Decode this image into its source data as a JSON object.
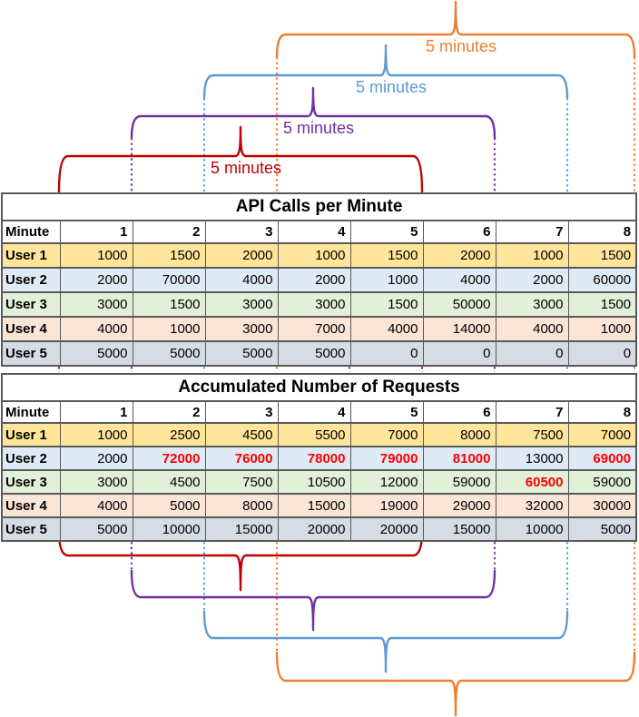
{
  "diagram": {
    "windows": [
      {
        "name": "minutes-4-8",
        "label": "5 minutes",
        "color": "#ED7D31",
        "start_minute": 4,
        "end_minute": 8
      },
      {
        "name": "minutes-3-7",
        "label": "5 minutes",
        "color": "#5B9BD5",
        "start_minute": 3,
        "end_minute": 7
      },
      {
        "name": "minutes-2-6",
        "label": "5 minutes",
        "color": "#7030A0",
        "start_minute": 2,
        "end_minute": 6
      },
      {
        "name": "minutes-1-5",
        "label": "5 minutes",
        "color": "#C00000",
        "start_minute": 1,
        "end_minute": 5
      }
    ],
    "mid_guide_colors": [
      "#C00000",
      "#7030A0",
      "#5B9BD5",
      "#ED7D31",
      "#7030A0",
      "#C00000",
      "#7030A0",
      "#5B9BD5",
      "#ED7D31"
    ],
    "highlight_color": "#FF0000"
  },
  "tables": [
    {
      "name": "api-calls-table",
      "title": "API Calls per Minute",
      "corner_label": "Minute",
      "minute_headers": [
        "1",
        "2",
        "3",
        "4",
        "5",
        "6",
        "7",
        "8"
      ],
      "rows": [
        {
          "user": "User 1",
          "row_color": "#FFE599",
          "values": [
            "1000",
            "1500",
            "2000",
            "1000",
            "1500",
            "2000",
            "1000",
            "1500"
          ],
          "red": [
            0,
            0,
            0,
            0,
            0,
            0,
            0,
            0
          ]
        },
        {
          "user": "User 2",
          "row_color": "#DEEAF6",
          "values": [
            "2000",
            "70000",
            "4000",
            "2000",
            "1000",
            "4000",
            "2000",
            "60000"
          ],
          "red": [
            0,
            0,
            0,
            0,
            0,
            0,
            0,
            0
          ]
        },
        {
          "user": "User 3",
          "row_color": "#E2EFD9",
          "values": [
            "3000",
            "1500",
            "3000",
            "3000",
            "1500",
            "50000",
            "3000",
            "1500"
          ],
          "red": [
            0,
            0,
            0,
            0,
            0,
            0,
            0,
            0
          ]
        },
        {
          "user": "User 4",
          "row_color": "#FBE5D6",
          "values": [
            "4000",
            "1000",
            "3000",
            "7000",
            "4000",
            "14000",
            "4000",
            "1000"
          ],
          "red": [
            0,
            0,
            0,
            0,
            0,
            0,
            0,
            0
          ]
        },
        {
          "user": "User 5",
          "row_color": "#D6DCE4",
          "values": [
            "5000",
            "5000",
            "5000",
            "5000",
            "0",
            "0",
            "0",
            "0"
          ],
          "red": [
            0,
            0,
            0,
            0,
            0,
            0,
            0,
            0
          ]
        }
      ]
    },
    {
      "name": "accumulated-requests-table",
      "title": "Accumulated Number of Requests",
      "corner_label": "Minute",
      "minute_headers": [
        "1",
        "2",
        "3",
        "4",
        "5",
        "6",
        "7",
        "8"
      ],
      "rows": [
        {
          "user": "User 1",
          "row_color": "#FFE599",
          "values": [
            "1000",
            "2500",
            "4500",
            "5500",
            "7000",
            "8000",
            "7500",
            "7000"
          ],
          "red": [
            0,
            0,
            0,
            0,
            0,
            0,
            0,
            0
          ]
        },
        {
          "user": "User 2",
          "row_color": "#DEEAF6",
          "values": [
            "2000",
            "72000",
            "76000",
            "78000",
            "79000",
            "81000",
            "13000",
            "69000"
          ],
          "red": [
            0,
            1,
            1,
            1,
            1,
            1,
            0,
            1
          ]
        },
        {
          "user": "User 3",
          "row_color": "#E2EFD9",
          "values": [
            "3000",
            "4500",
            "7500",
            "10500",
            "12000",
            "59000",
            "60500",
            "59000"
          ],
          "red": [
            0,
            0,
            0,
            0,
            0,
            0,
            1,
            0
          ]
        },
        {
          "user": "User 4",
          "row_color": "#FBE5D6",
          "values": [
            "4000",
            "5000",
            "8000",
            "15000",
            "19000",
            "29000",
            "32000",
            "30000"
          ],
          "red": [
            0,
            0,
            0,
            0,
            0,
            0,
            0,
            0
          ]
        },
        {
          "user": "User 5",
          "row_color": "#D6DCE4",
          "values": [
            "5000",
            "10000",
            "15000",
            "20000",
            "20000",
            "15000",
            "10000",
            "5000"
          ],
          "red": [
            0,
            0,
            0,
            0,
            0,
            0,
            0,
            0
          ]
        }
      ]
    }
  ]
}
